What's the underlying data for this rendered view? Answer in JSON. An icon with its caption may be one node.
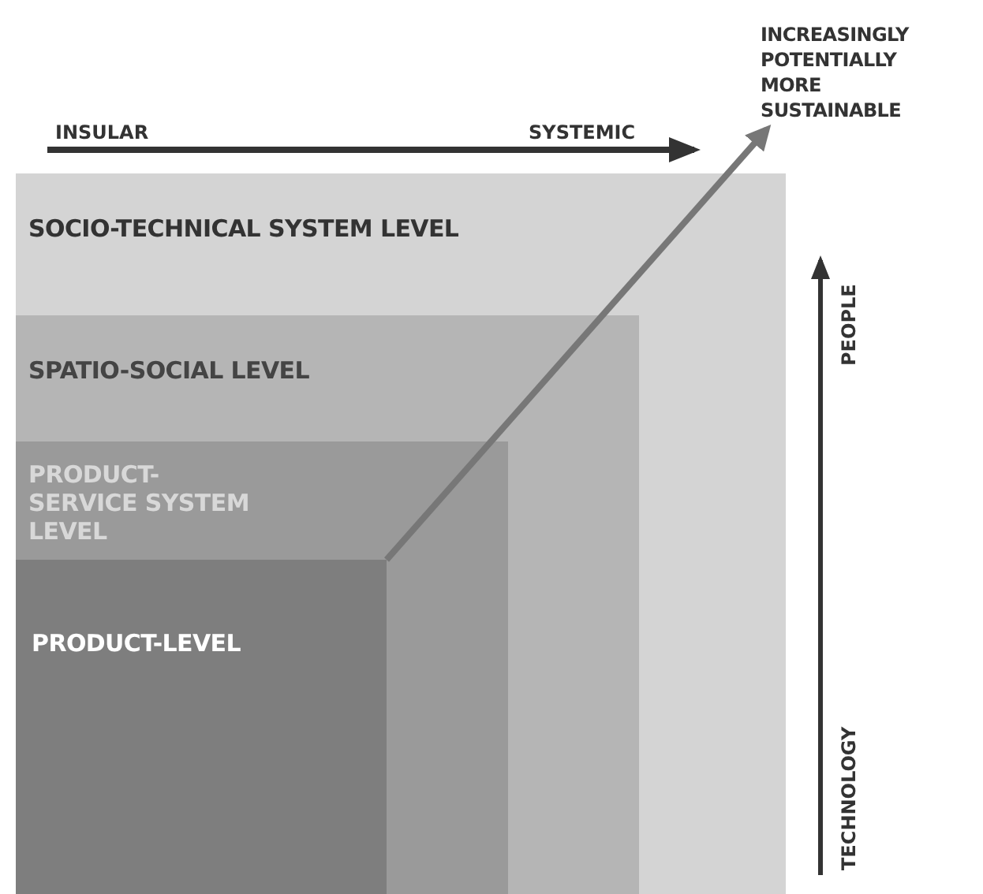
{
  "diagram": {
    "nodes": [
      {
        "text": [
          "SOCIO-TECHNICAL SYSTEM LEVEL"
        ]
      },
      {
        "text": [
          "SPATIO-SOCIAL LEVEL"
        ],
        "in": 0
      },
      {
        "text": [
          "PRODUCT-SERVICE SYSTEM LEVEL"
        ],
        "in": 1
      },
      {
        "text": [
          "PRODUCT-LEVEL"
        ],
        "in": 2
      },
      {
        "text": [
          "INCREASINGLY POTENTIALLY MORE SUSTAINABLE"
        ]
      }
    ],
    "edges": [
      {
        "from": 3,
        "to": 4,
        "arrow": "to"
      }
    ],
    "labels": [
      "INSULAR",
      "SYSTEMIC",
      "PEOPLE",
      "TECHNOLOGY"
    ]
  }
}
